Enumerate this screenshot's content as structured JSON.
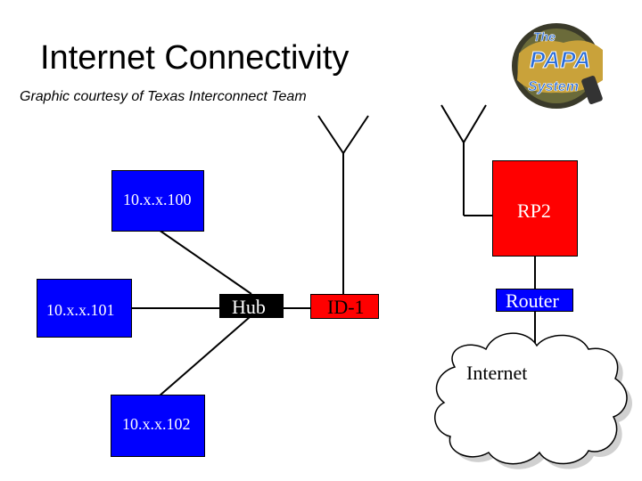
{
  "slide": {
    "title": "Internet Connectivity",
    "subtitle": "Graphic courtesy of Texas Interconnect Team"
  },
  "logo": {
    "line1": "The",
    "line2": "PAPA",
    "line3": "System"
  },
  "nodes": {
    "host_100": "10.x.x.100",
    "host_101": "10.x.x.101",
    "host_102": "10.x.x.102",
    "hub": "Hub",
    "id1": "ID-1",
    "rp2": "RP2",
    "router": "Router",
    "internet": "Internet"
  },
  "colors": {
    "host_fill": "#0000ff",
    "rp2_fill": "#ff0000",
    "hub_fill": "#000000",
    "id1_fill": "#ff0000",
    "router_fill": "#0000ff"
  }
}
